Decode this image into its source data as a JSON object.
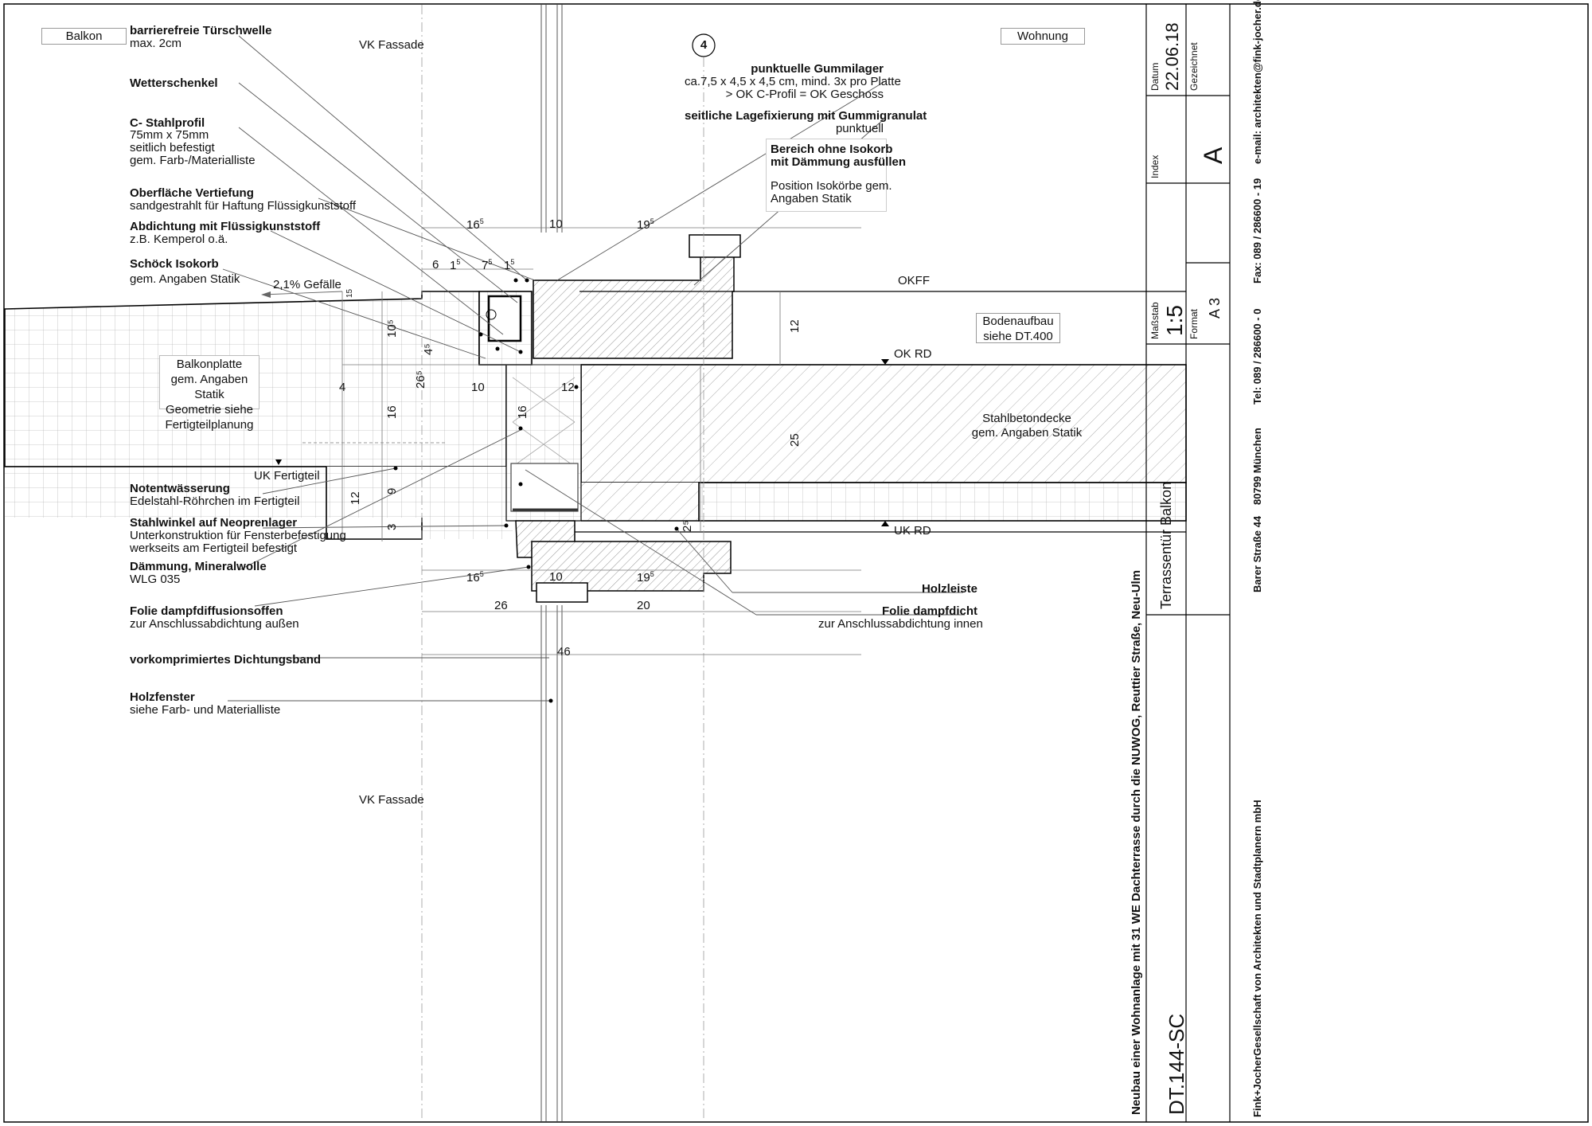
{
  "labels_left": {
    "balkon": "Balkon",
    "tuerschwelle_title": "barrierefreie Türschwelle",
    "tuerschwelle_sub": "max. 2cm",
    "wetterschenkel": "Wetterschenkel",
    "stahlprofil_title": "C- Stahlprofil",
    "stahlprofil_l1": "75mm x 75mm",
    "stahlprofil_l2": "seitlich befestigt",
    "stahlprofil_l3": "gem. Farb-/Materialliste",
    "vertiefung_title": "Oberfläche Vertiefung",
    "vertiefung_sub": "sandgestrahlt für Haftung Flüssigkunststoff",
    "abdichtung_title": "Abdichtung mit Flüssigkunststoff",
    "abdichtung_sub": "z.B. Kemperol o.ä.",
    "isokorb_title": "Schöck Isokorb",
    "isokorb_sub": "gem. Angaben Statik",
    "gefaelle": "2,1% Gefälle",
    "balkonplatte": [
      "Balkonplatte",
      "gem. Angaben Statik",
      "Geometrie siehe",
      "Fertigteilplanung"
    ],
    "uk_fertigteil": "UK Fertigteil",
    "notentwaesserung_title": "Notentwässerung",
    "notentwaesserung_sub": "Edelstahl-Röhrchen im Fertigteil",
    "stahlwinkel_title": "Stahlwinkel auf Neoprenlager",
    "stahlwinkel_l1": "Unterkonstruktion für Fensterbefestigung",
    "stahlwinkel_l2": "werkseits am Fertigteil befestigt",
    "daemmung_title": "Dämmung, Mineralwolle",
    "daemmung_sub": "WLG 035",
    "folie_aussen_title": "Folie dampfdiffusionsoffen",
    "folie_aussen_sub": "zur Anschlussabdichtung außen",
    "dichtungsband": "vorkomprimiertes Dichtungsband",
    "holzfenster_title": "Holzfenster",
    "holzfenster_sub": "siehe Farb- und Materialliste",
    "vk_fassade_top": "VK Fassade",
    "vk_fassade_bottom": "VK Fassade"
  },
  "labels_right": {
    "wohnung": "Wohnung",
    "axis": "4",
    "gummilager_title": "punktuelle Gummilager",
    "gummilager_l1": "ca.7,5 x 4,5 x 4,5 cm, mind. 3x pro Platte",
    "gummilager_l2": "> OK C-Profil  = OK  Geschoss",
    "lagefix_title": "seitliche Lagefixierung mit Gummigranulat",
    "lagefix_sub": "punktuell",
    "bereich_l1": "Bereich ohne Isokorb",
    "bereich_l2": "mit Dämmung ausfüllen",
    "position_l1": "Position Isokörbe gem.",
    "position_l2": "Angaben Statik",
    "okff": "OKFF",
    "bodenaufbau": [
      "Bodenaufbau",
      "siehe DT.400"
    ],
    "ok_rd": "OK RD",
    "stahlbetondecke": [
      "Stahlbetondecke",
      "gem. Angaben Statik"
    ],
    "uk_rd": "UK RD",
    "holzleiste": "Holzleiste",
    "folie_innen_title": "Folie dampfdicht",
    "folie_innen_sub": "zur Anschlussabdichtung innen"
  },
  "dimensions": {
    "top_a": "16",
    "top_a_sup": "5",
    "top_b": "10",
    "top_c": "19",
    "top_c_sup": "5",
    "row2_a": "6",
    "row2_b": "1",
    "row2_b_sup": "5",
    "row2_c": "7",
    "row2_c_sup": "5",
    "row2_d": "1",
    "row2_d_sup": "5",
    "v_15": "15",
    "v_105": "10⁵",
    "v_45": "4⁵",
    "v_265": "26⁵",
    "v_16a": "16",
    "v_16b": "16",
    "mid_4": "4",
    "mid_10": "10",
    "mid_12": "12",
    "v_12_right": "12",
    "v_25": "25",
    "v_12_left": "12",
    "v_9": "9",
    "v_3": "3",
    "v_25_small": "2⁵",
    "bot_a": "16",
    "bot_a_sup": "5",
    "bot_b": "10",
    "bot_c": "19",
    "bot_c_sup": "5",
    "bot_26": "26",
    "bot_20": "20",
    "bot_46": "46"
  },
  "title_block": {
    "project": "Neubau einer Wohnanlage mit 31 WE Dachterrasse durch die NUWOG, Reuttier Straße, Neu-Ulm",
    "drawing_no": "DT.144-SC",
    "drawing_title": "Terrassentür Balkon",
    "massstab_label": "Maßstab",
    "massstab_value": "1:5",
    "format_label": "Format",
    "format_value": "A 3",
    "index_label": "Index",
    "index_value": "A",
    "datum_label": "Datum",
    "datum_value": "22.06.18",
    "gezeichnet_label": "Gezeichnet",
    "office_name": "Fink+Jocher",
    "office_sub": "Gesellschaft von Architekten und Stadtplanern mbH",
    "street": "Barer Straße 44",
    "city": "80799 München",
    "tel": "Tel: 089 / 286600 - 0",
    "fax": "Fax:  089 / 286600 - 19",
    "email": "e-mail: architekten@fink-jocher.de"
  }
}
